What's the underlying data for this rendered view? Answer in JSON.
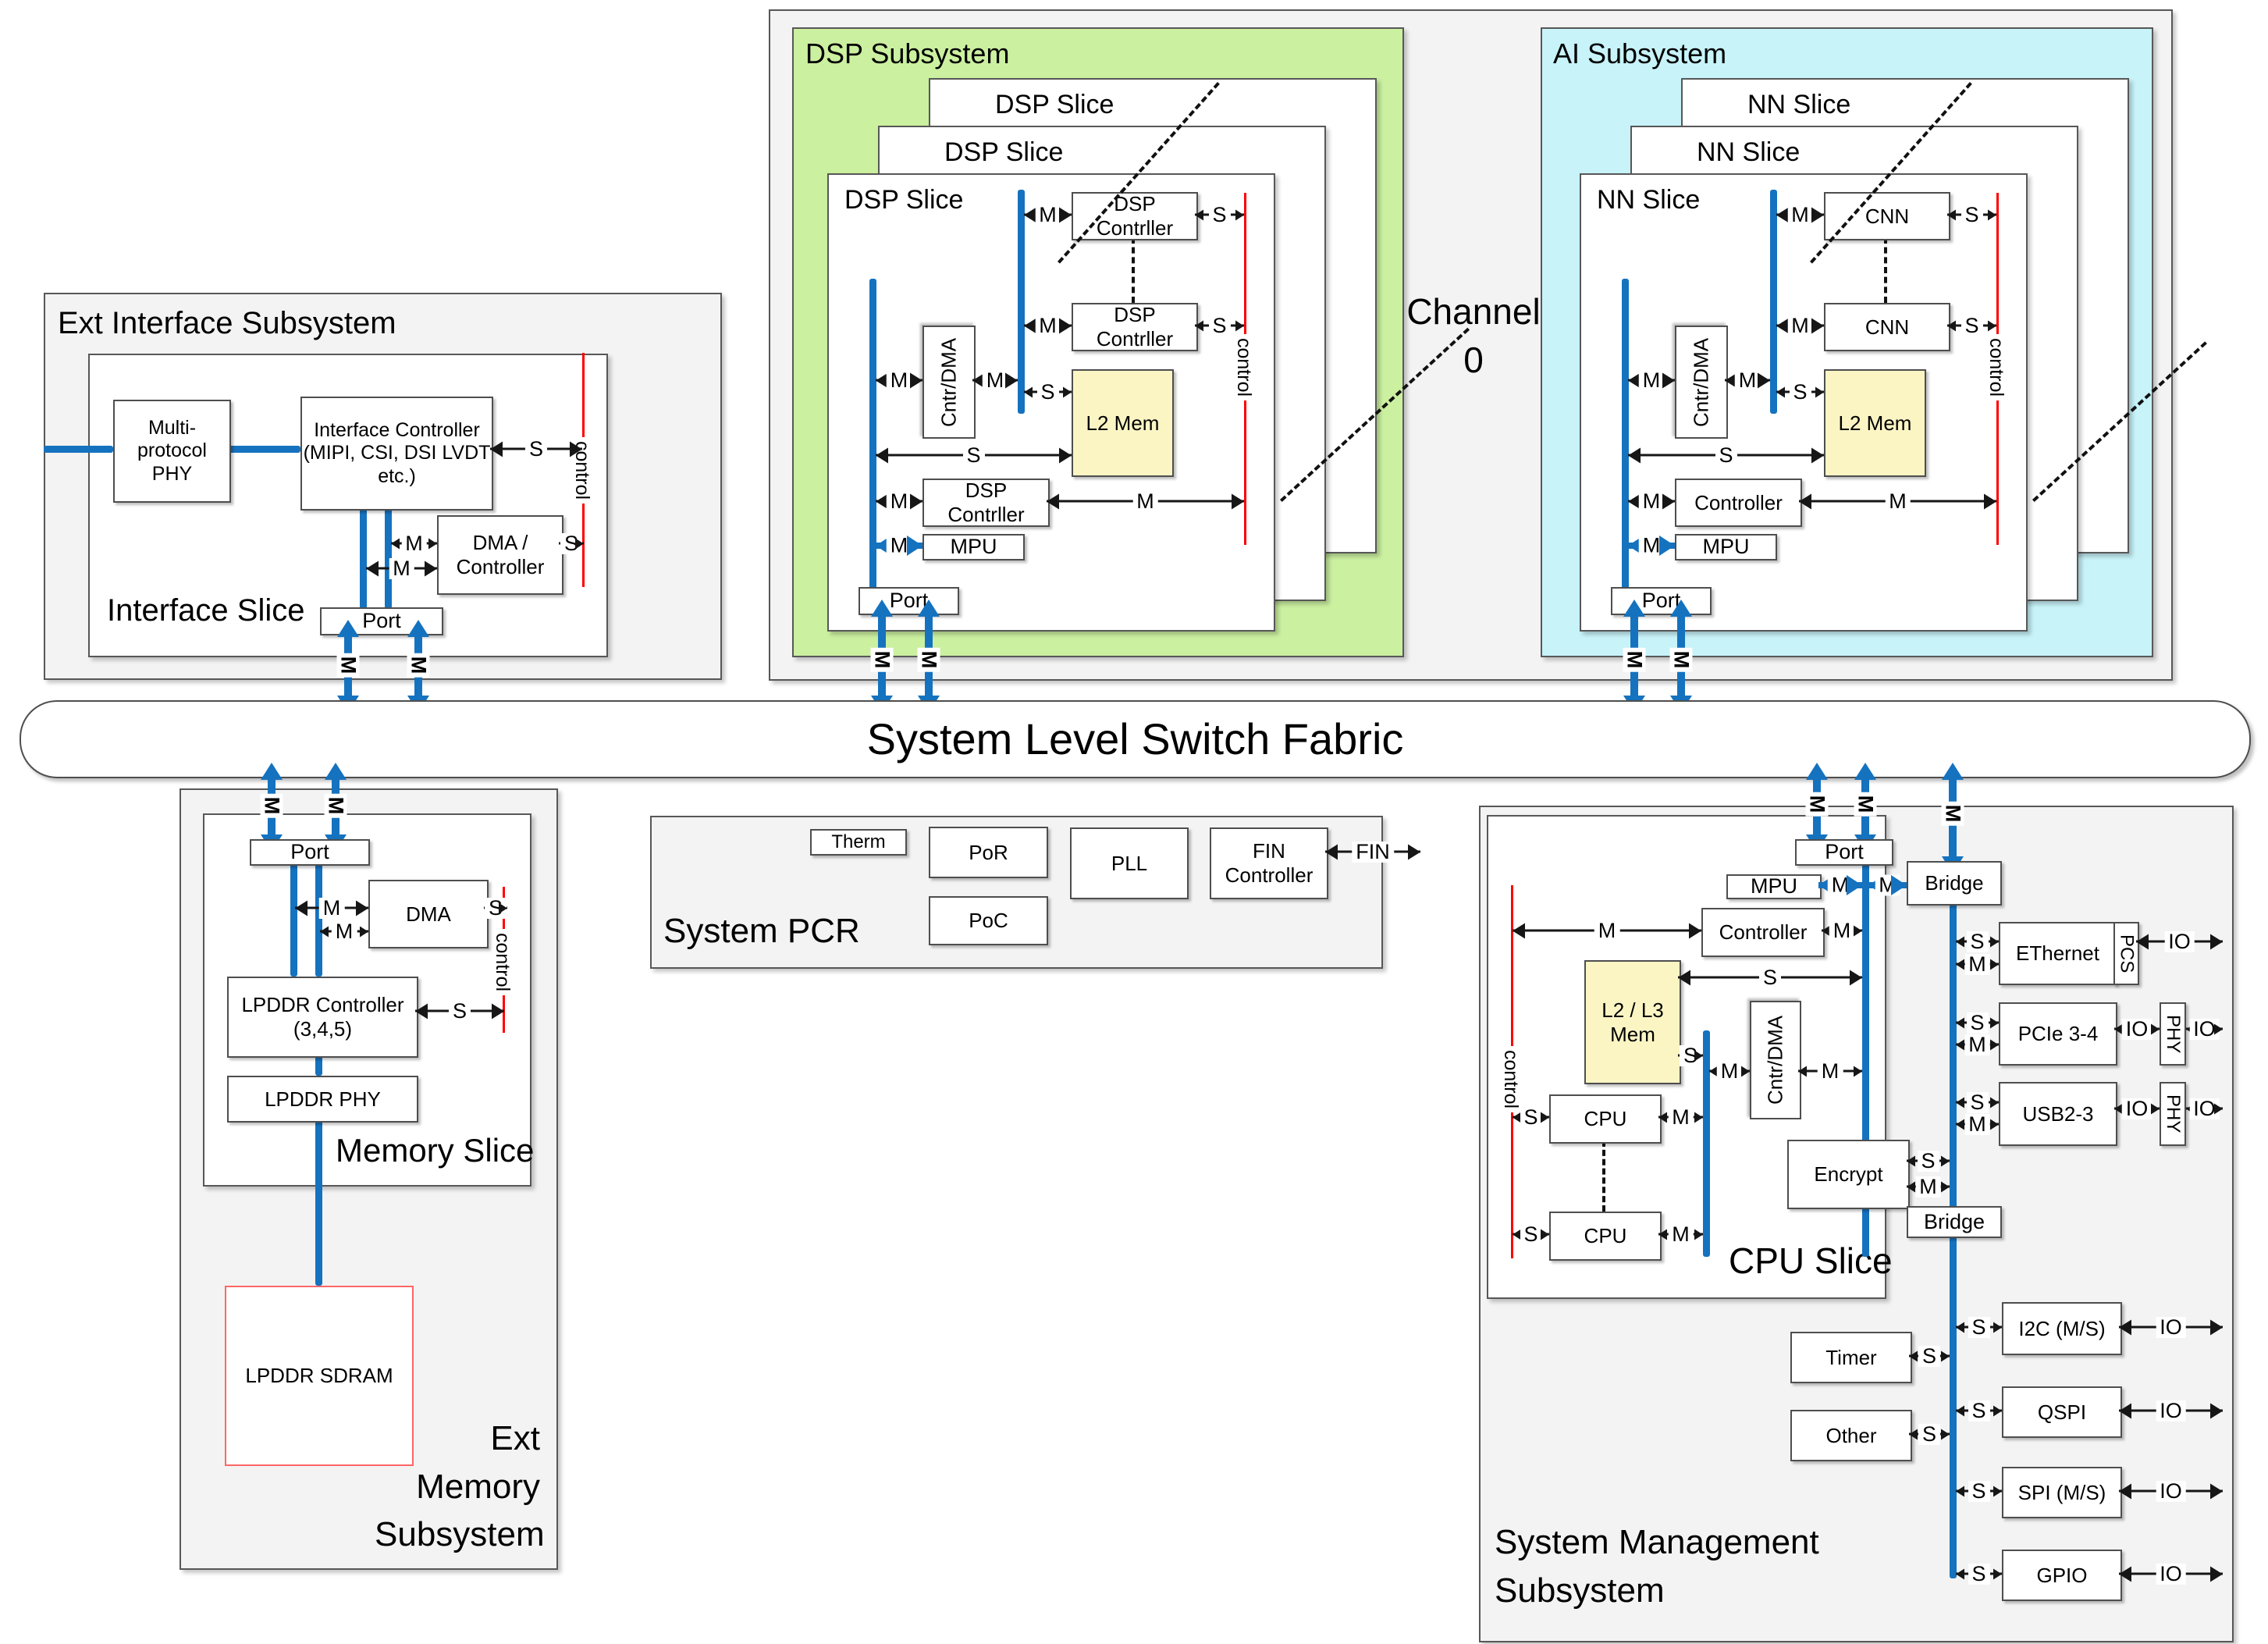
{
  "labels": {
    "m": "M",
    "s": "S",
    "io": "IO",
    "fin": "FIN",
    "control": "control"
  },
  "colors": {
    "bus_blue": "#1572bf",
    "control_red": "#ff0000",
    "dsp_green": "#cbf0a0",
    "ai_cyan": "#c7f3f9",
    "mem_yellow": "#fbf5c4",
    "region_gray": "#f3f3f3"
  },
  "fabric": {
    "title": "System Level Switch Fabric"
  },
  "channel": {
    "label": "Channel\n0"
  },
  "ext_interface": {
    "title": "Ext Interface Subsystem",
    "slice_label": "Interface Slice",
    "phy": "Multi-\nprotocol\nPHY",
    "controller": "Interface Controller\n(MIPI, CSI, DSI LVDT\netc.)",
    "dma": "DMA /\nController",
    "port": "Port"
  },
  "dsp": {
    "title": "DSP Subsystem",
    "slice": "DSP Slice",
    "controller": "DSP\nContrller",
    "cntr_dma": "Cntr/DMA",
    "l2": "L2 Mem",
    "mpu": "MPU",
    "port": "Port"
  },
  "ai": {
    "title": "AI Subsystem",
    "slice": "NN Slice",
    "cnn": "CNN",
    "controller": "Controller",
    "cntr_dma": "Cntr/DMA",
    "l2": "L2 Mem",
    "mpu": "MPU",
    "port": "Port"
  },
  "pcr": {
    "title": "System PCR",
    "therm": "Therm",
    "por": "PoR",
    "poc": "PoC",
    "pll": "PLL",
    "fin_controller": "FIN\nController"
  },
  "memory": {
    "title": "Ext\nMemory\nSubsystem",
    "slice_label": "Memory Slice",
    "port": "Port",
    "dma": "DMA",
    "lpddr_controller": "LPDDR Controller\n(3,4,5)",
    "lpddr_phy": "LPDDR PHY",
    "sdram": "LPDDR SDRAM"
  },
  "mgmt": {
    "title": "System Management\nSubsystem",
    "cpu_slice": "CPU Slice",
    "port": "Port",
    "mpu": "MPU",
    "bridge": "Bridge",
    "bridge2": "Bridge",
    "controller": "Controller",
    "l2l3": "L2 / L3\nMem",
    "cntr_dma": "Cntr/DMA",
    "cpu": "CPU",
    "encrypt": "Encrypt",
    "timer": "Timer",
    "other": "Other",
    "ethernet": "EThernet",
    "pcs": "PCS",
    "pcie": "PCIe 3-4",
    "phy": "PHY",
    "usb": "USB2-3",
    "i2c": "I2C (M/S)",
    "qspi": "QSPI",
    "spi": "SPI (M/S)",
    "gpio": "GPIO"
  }
}
